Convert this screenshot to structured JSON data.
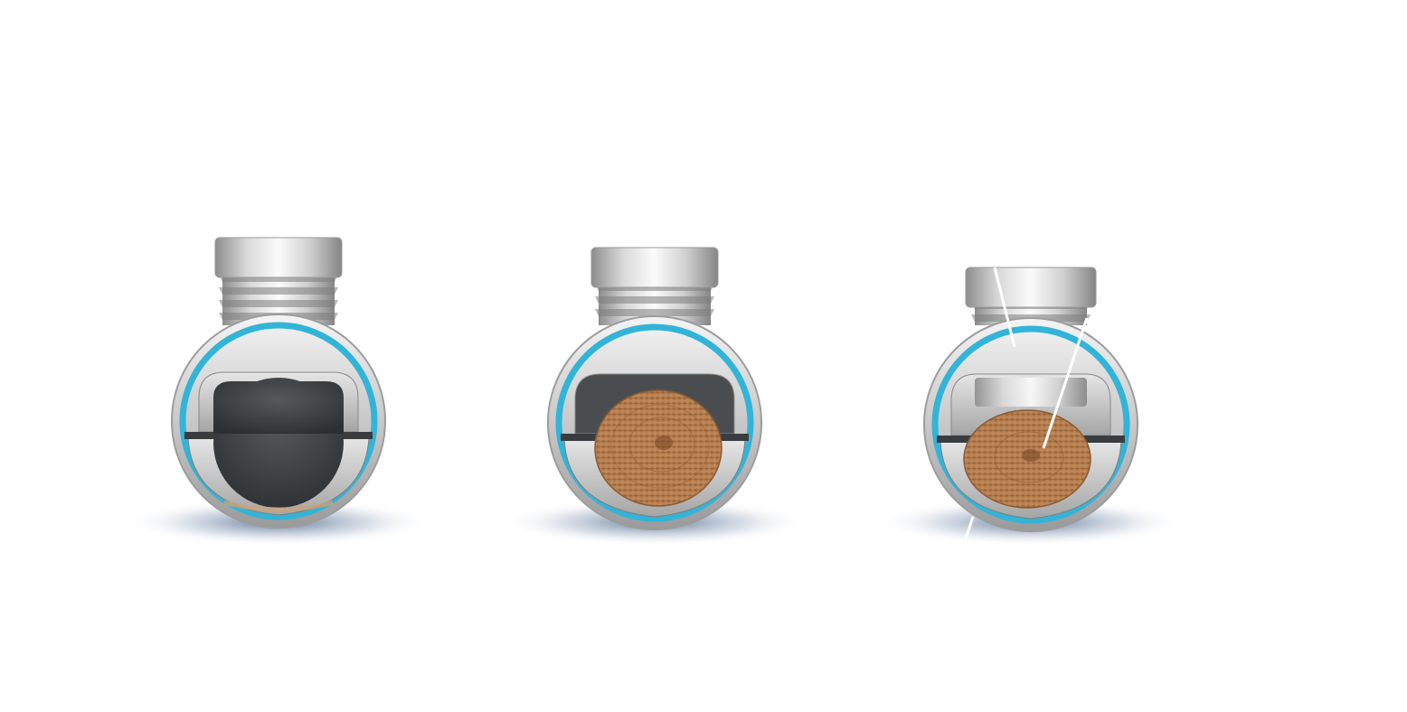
{
  "diagram": {
    "stages": [
      {
        "id": "open",
        "state": "empty bore",
        "fill": "#3a3d40"
      },
      {
        "id": "gripped",
        "state": "stem inserted",
        "fill": "#b0784a"
      },
      {
        "id": "clamped",
        "state": "stem clamped",
        "fill": "#b0784a"
      }
    ],
    "colors": {
      "seal_ring": "#32b4d8",
      "metal_light": "#f2f2f2",
      "metal_dark": "#8a8a8a",
      "bore_dark": "#3a3d40",
      "wood": "#b0784a",
      "wood_grain": "#8a5530",
      "shadow": "#2b4a75"
    }
  }
}
